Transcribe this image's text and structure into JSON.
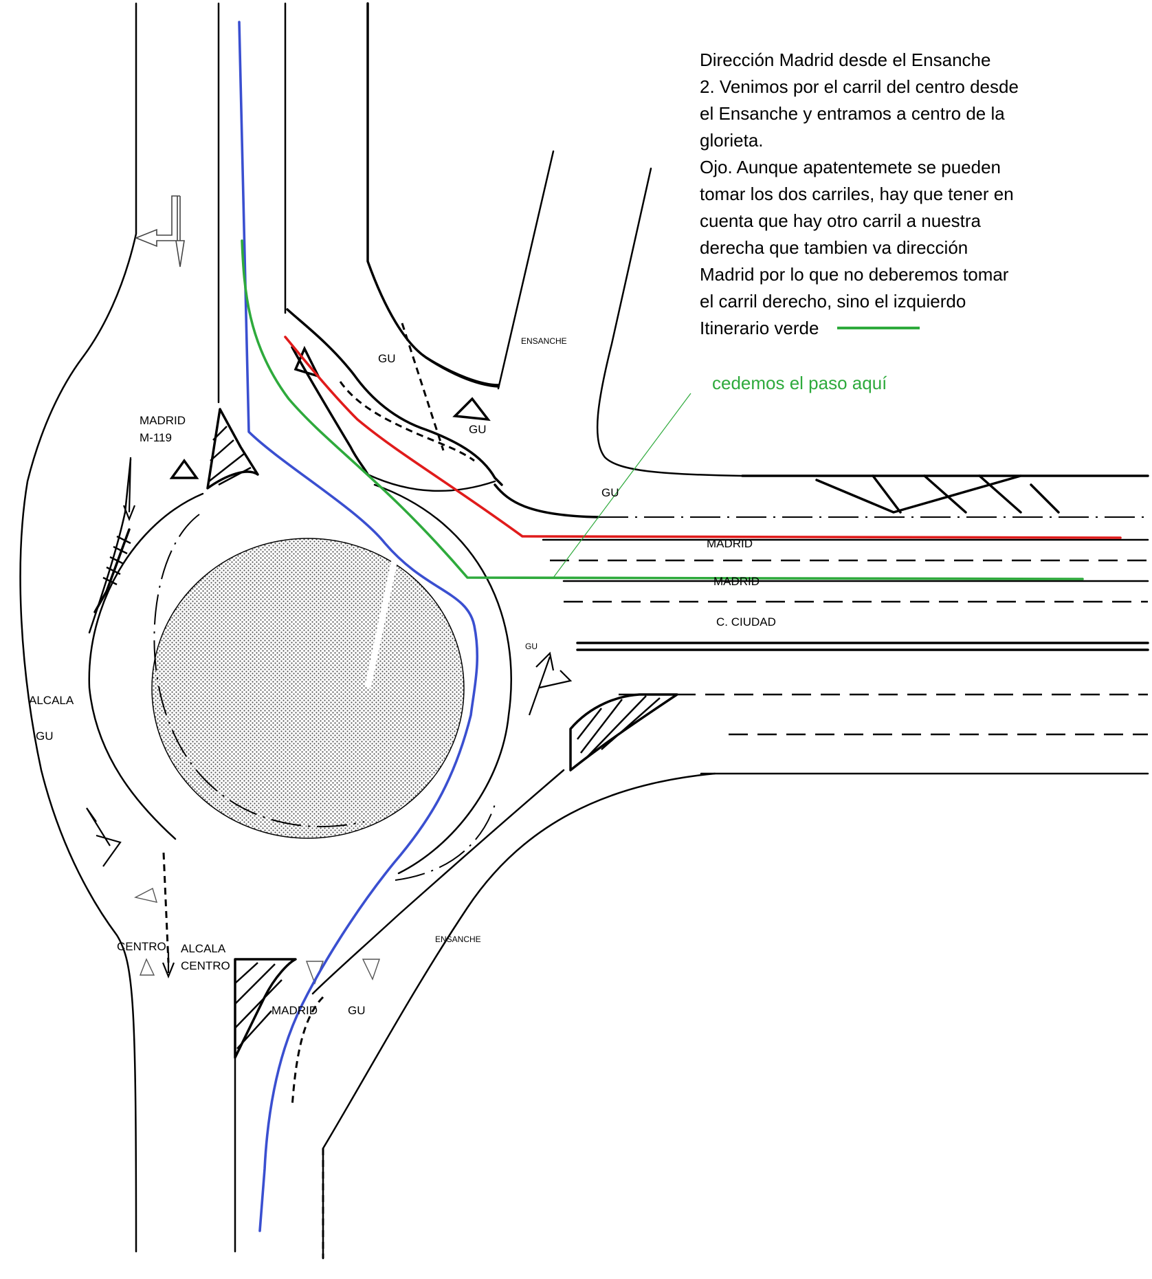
{
  "note": {
    "lines": [
      "Dirección Madrid desde el Ensanche",
      "2. Venimos por el carril del centro desde",
      "el Ensanche y entramos a centro de la",
      "glorieta.",
      "Ojo. Aunque apatentemete se pueden",
      "tomar los dos carriles, hay que tener en",
      "cuenta que hay otro carril a nuestra",
      "derecha que tambien va dirección",
      "Madrid por lo que no deberemos tomar",
      "el carril derecho, sino el izquierdo",
      "Itinerario verde"
    ],
    "yield_note": "cedemos el paso aquí"
  },
  "labels": {
    "ensanche_top": "ENSANCHE",
    "gu_top": "GU",
    "gu_yield": "GU",
    "gu_right": "GU",
    "madrid_lane1": "MADRID",
    "madrid_lane2": "MADRID",
    "c_ciudad": "C. CIUDAD",
    "gu_ring": "GU",
    "madrid_m119_1": "MADRID",
    "madrid_m119_2": "M-119",
    "alcala_left": "ALCALA",
    "gu_left": "GU",
    "centro_bottom": "CENTRO",
    "alcala_bottom": "ALCALA",
    "centro_bottom2": "CENTRO",
    "ensanche_bottom": "ENSANCHE",
    "madrid_bottom": "MADRID",
    "gu_bottom": "GU"
  },
  "colors": {
    "green_route": "#2eaa3c",
    "red_route": "#e01b1b",
    "blue_route": "#3a4fd0",
    "yield_note": "#2eaa3c",
    "pointer_line": "#2eaa3c",
    "island_fill": "#bbbbbb"
  }
}
